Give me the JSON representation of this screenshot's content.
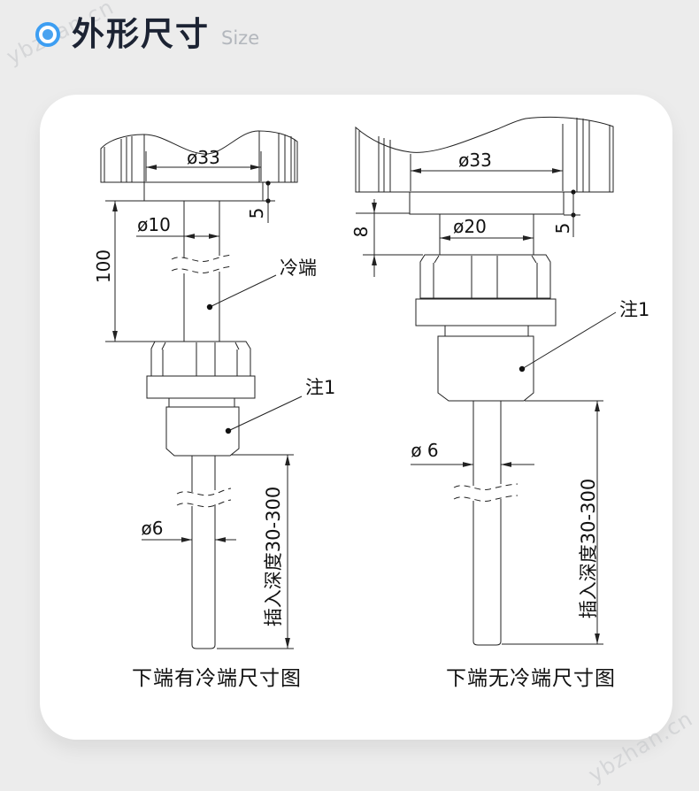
{
  "header": {
    "title": "外形尺寸",
    "subtitle": "Size"
  },
  "watermark": {
    "text": "ybzhan.cn"
  },
  "left_diagram": {
    "caption": "下端有冷端尺寸图",
    "dims": {
      "head_dia": "ø33",
      "flange_h": "5",
      "stem_dia": "ø10",
      "cold_len": "100",
      "cold_label": "冷端",
      "note": "注1",
      "probe_dia": "ø6",
      "depth": "插入深度30-300"
    }
  },
  "right_diagram": {
    "caption": "下端无冷端尺寸图",
    "dims": {
      "head_dia": "ø33",
      "flange_h": "5",
      "step_h": "8",
      "neck_dia": "ø20",
      "note": "注1",
      "probe_dia": "ø 6",
      "depth": "插入深度30-300"
    }
  },
  "colors": {
    "accent": "#3d9ef2",
    "line": "#222222",
    "bg": "#ececec",
    "card": "#ffffff"
  }
}
